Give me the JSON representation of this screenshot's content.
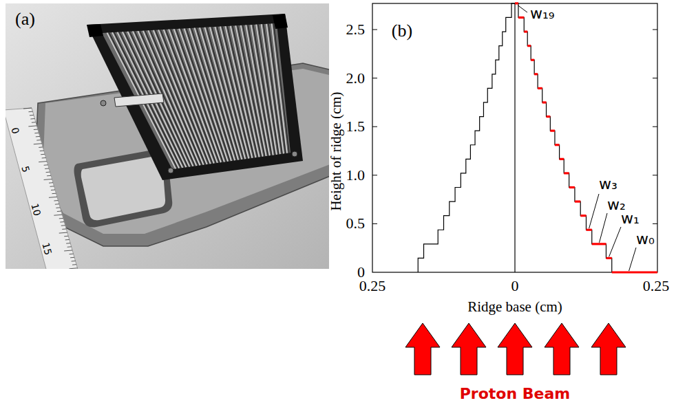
{
  "diagram": {
    "labels": [
      "(a)",
      "0",
      "5",
      "10",
      "15",
      "(b)",
      "2.5",
      "2.0",
      "1.5",
      "1.0",
      "0.5",
      "0",
      "0.25",
      "0",
      "0.25",
      "Height of ridge (cm)",
      "Ridge base (cm)",
      "w₁₉",
      "w₃",
      "w₂",
      "w₁",
      "w₀",
      "Proton Beam"
    ]
  }
}
